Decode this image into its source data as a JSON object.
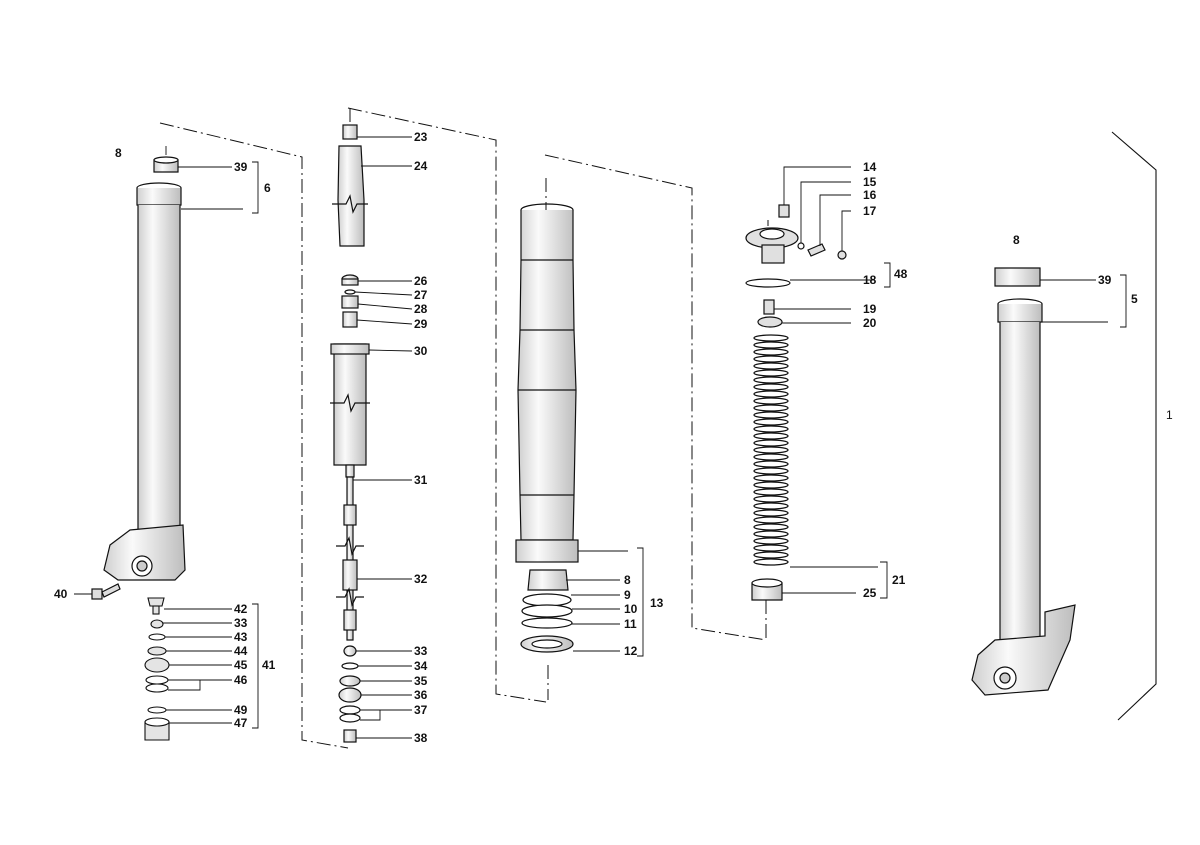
{
  "labels": {
    "l1": "1",
    "l5": "5",
    "l6": "6",
    "l8a": "8",
    "l8b": "8",
    "l8c": "8",
    "l9": "9",
    "l10": "10",
    "l11": "11",
    "l12": "12",
    "l13": "13",
    "l14": "14",
    "l15": "15",
    "l16": "16",
    "l17": "17",
    "l18": "18",
    "l19": "19",
    "l20": "20",
    "l21": "21",
    "l23": "23",
    "l24": "24",
    "l25": "25",
    "l26": "26",
    "l27": "27",
    "l28": "28",
    "l29": "29",
    "l30": "30",
    "l31": "31",
    "l32": "32",
    "l33a": "33",
    "l33b": "33",
    "l34": "34",
    "l35": "35",
    "l36": "36",
    "l37": "37",
    "l38": "38",
    "l39a": "39",
    "l39b": "39",
    "l40": "40",
    "l41": "41",
    "l42": "42",
    "l43": "43",
    "l44": "44",
    "l45": "45",
    "l46": "46",
    "l47": "47",
    "l48": "48",
    "l49": "49"
  },
  "colors": {
    "ink": "#111111",
    "shade": "#d8d8d8",
    "light": "#efefef"
  }
}
